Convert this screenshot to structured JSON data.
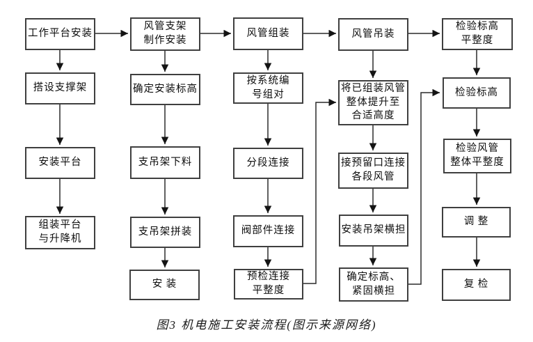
{
  "figure": {
    "caption": "图3  机电施工安装流程(图示来源网络)"
  },
  "flowchart": {
    "title_semantic": "机电施工安装流程",
    "boxes": [
      {
        "id": "c1r1",
        "label": "工作平台安装"
      },
      {
        "id": "c1r2",
        "label": "搭设支撑架"
      },
      {
        "id": "c1r3",
        "label": "安装平台"
      },
      {
        "id": "c1r4",
        "label": "组装平台\n与升降机"
      },
      {
        "id": "c2r1",
        "label": "风管支架\n制作安装"
      },
      {
        "id": "c2r2",
        "label": "确定安装标高"
      },
      {
        "id": "c2r3",
        "label": "支吊架下料"
      },
      {
        "id": "c2r4",
        "label": "支吊架拼装"
      },
      {
        "id": "c2r5",
        "label": "安  装"
      },
      {
        "id": "c3r1",
        "label": "风管组装"
      },
      {
        "id": "c3r2",
        "label": "按系统编\n号组对"
      },
      {
        "id": "c3r3",
        "label": "分段连接"
      },
      {
        "id": "c3r4",
        "label": "阀部件连接"
      },
      {
        "id": "c3r5",
        "label": "预检连接\n平整度"
      },
      {
        "id": "c4r1",
        "label": "风管吊装"
      },
      {
        "id": "c4r2",
        "label": "将已组装风管\n整体提升至\n合适高度"
      },
      {
        "id": "c4r3",
        "label": "接预留口连接\n各段风管"
      },
      {
        "id": "c4r4",
        "label": "安装吊架横担"
      },
      {
        "id": "c4r5",
        "label": "确定标高、\n紧固横担"
      },
      {
        "id": "c5r1",
        "label": "检验标高\n平整度"
      },
      {
        "id": "c5r2",
        "label": "检验标高"
      },
      {
        "id": "c5r3",
        "label": "检验风管\n整体平整度"
      },
      {
        "id": "c5r4",
        "label": "调  整"
      },
      {
        "id": "c5r5",
        "label": "复  检"
      }
    ],
    "connections": [
      {
        "from": "c1r1",
        "to": "c2r1",
        "type": "right"
      },
      {
        "from": "c2r1",
        "to": "c3r1",
        "type": "right"
      },
      {
        "from": "c3r1",
        "to": "c4r1",
        "type": "right"
      },
      {
        "from": "c4r1",
        "to": "c5r1",
        "type": "right"
      },
      {
        "from": "c1r1",
        "to": "c1r2",
        "type": "down"
      },
      {
        "from": "c1r2",
        "to": "c1r3",
        "type": "down"
      },
      {
        "from": "c1r3",
        "to": "c1r4",
        "type": "down"
      },
      {
        "from": "c2r1",
        "to": "c2r2",
        "type": "down"
      },
      {
        "from": "c2r2",
        "to": "c2r3",
        "type": "down"
      },
      {
        "from": "c2r3",
        "to": "c2r4",
        "type": "down"
      },
      {
        "from": "c2r4",
        "to": "c2r5",
        "type": "down"
      },
      {
        "from": "c3r1",
        "to": "c3r2",
        "type": "down"
      },
      {
        "from": "c3r2",
        "to": "c3r3",
        "type": "down"
      },
      {
        "from": "c3r3",
        "to": "c3r4",
        "type": "down"
      },
      {
        "from": "c3r4",
        "to": "c3r5",
        "type": "down"
      },
      {
        "from": "c4r1",
        "to": "c4r2",
        "type": "down"
      },
      {
        "from": "c4r2",
        "to": "c4r3",
        "type": "down"
      },
      {
        "from": "c4r3",
        "to": "c4r4",
        "type": "down"
      },
      {
        "from": "c4r4",
        "to": "c4r5",
        "type": "down"
      },
      {
        "from": "c5r1",
        "to": "c5r2",
        "type": "down"
      },
      {
        "from": "c5r2",
        "to": "c5r3",
        "type": "down"
      },
      {
        "from": "c5r3",
        "to": "c5r4",
        "type": "down"
      },
      {
        "from": "c5r4",
        "to": "c5r5",
        "type": "down"
      },
      {
        "from": "c3r5",
        "to": "c4r2",
        "type": "elbow-right-up"
      },
      {
        "from": "c4r5",
        "to": "c5r2",
        "type": "elbow-right-up"
      }
    ]
  }
}
